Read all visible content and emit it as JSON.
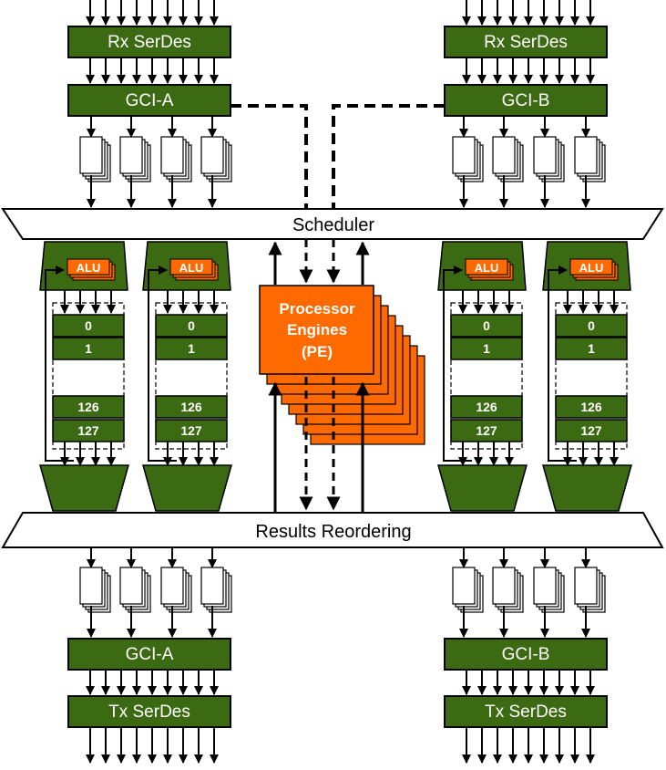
{
  "top": {
    "rx_left": "Rx SerDes",
    "rx_right": "Rx SerDes",
    "gci_left": "GCI-A",
    "gci_right": "GCI-B"
  },
  "scheduler": "Scheduler",
  "reordering": "Results Reordering",
  "alu_label": "ALU",
  "register_rows": [
    "0",
    "1",
    "126",
    "127"
  ],
  "pe": {
    "line1": "Processor",
    "line2": "Engines",
    "line3": "(PE)"
  },
  "bottom": {
    "gci_left": "GCI-A",
    "gci_right": "GCI-B",
    "tx_left": "Tx SerDes",
    "tx_right": "Tx SerDes"
  },
  "colors": {
    "green": "#3c6a12",
    "orange": "#ff6a00",
    "black": "#000000",
    "white": "#ffffff"
  }
}
